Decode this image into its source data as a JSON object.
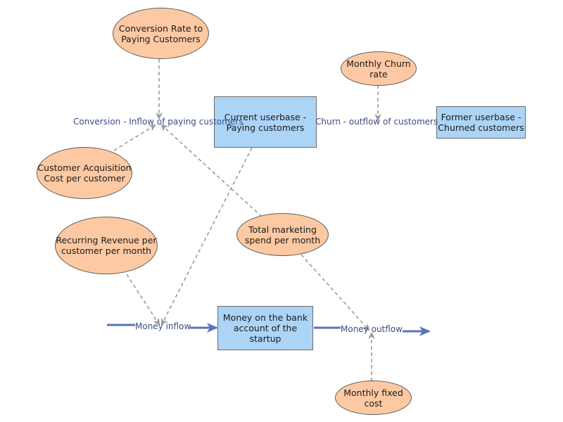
{
  "nodes": {
    "conversion_rate": "Conversion Rate to\nPaying Customers",
    "monthly_churn": "Monthly Churn\nrate",
    "current_userbase": "Current userbase -\nPaying customers",
    "former_userbase": "Former userbase -\nChurned customers",
    "cac": "Customer Acquisition\nCost per customer",
    "recurring_revenue": "Recurring Revenue per\ncustomer per month",
    "total_marketing": "Total marketing\nspend per month",
    "bank_account": "Money on the bank\naccount of the startup",
    "monthly_fixed_cost": "Monthly fixed\ncost"
  },
  "flows": {
    "conversion": "Conversion - Inflow of paying customers",
    "churn": "Churn - outflow of customers",
    "money_inflow": "Money inflow",
    "money_outflow": "Money outflow"
  },
  "colors": {
    "auxiliary_fill": "#fdc9a2",
    "stock_fill": "#acd4f6",
    "flow_arrow": "#5b74b8",
    "link_arrow": "#9a9a9a",
    "label_text": "#3d4a86"
  }
}
